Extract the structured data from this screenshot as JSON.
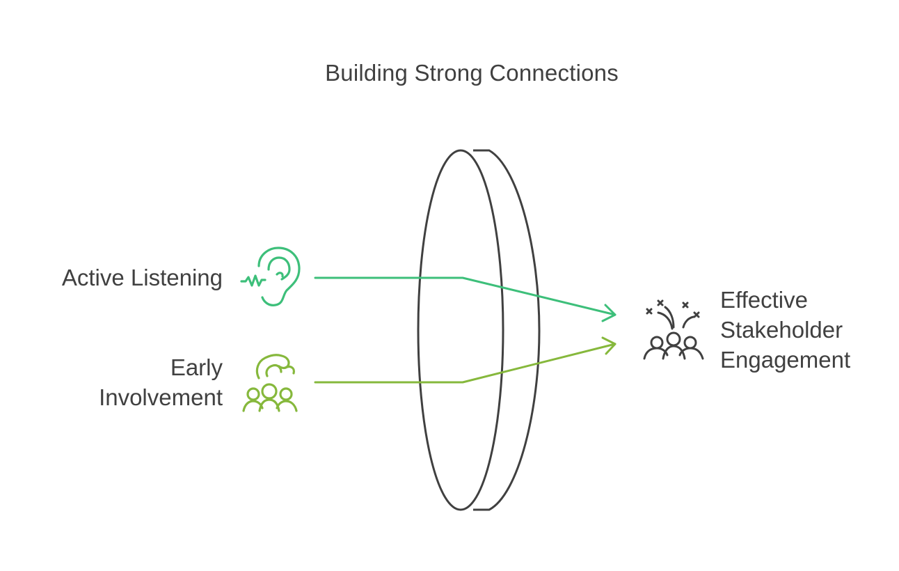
{
  "title": "Building Strong Connections",
  "inputs": [
    {
      "label": "Active Listening",
      "icon": "ear-icon",
      "color": "#3dbf7a"
    },
    {
      "label_lines": [
        "Early",
        "Involvement"
      ],
      "icon": "group-hand-icon",
      "color": "#86b83c"
    }
  ],
  "output": {
    "label_lines": [
      "Effective",
      "Stakeholder",
      "Engagement"
    ],
    "icon": "celebrating-group-icon",
    "color": "#404040"
  },
  "lens": {
    "icon": "lens-icon",
    "stroke": "#404040"
  }
}
